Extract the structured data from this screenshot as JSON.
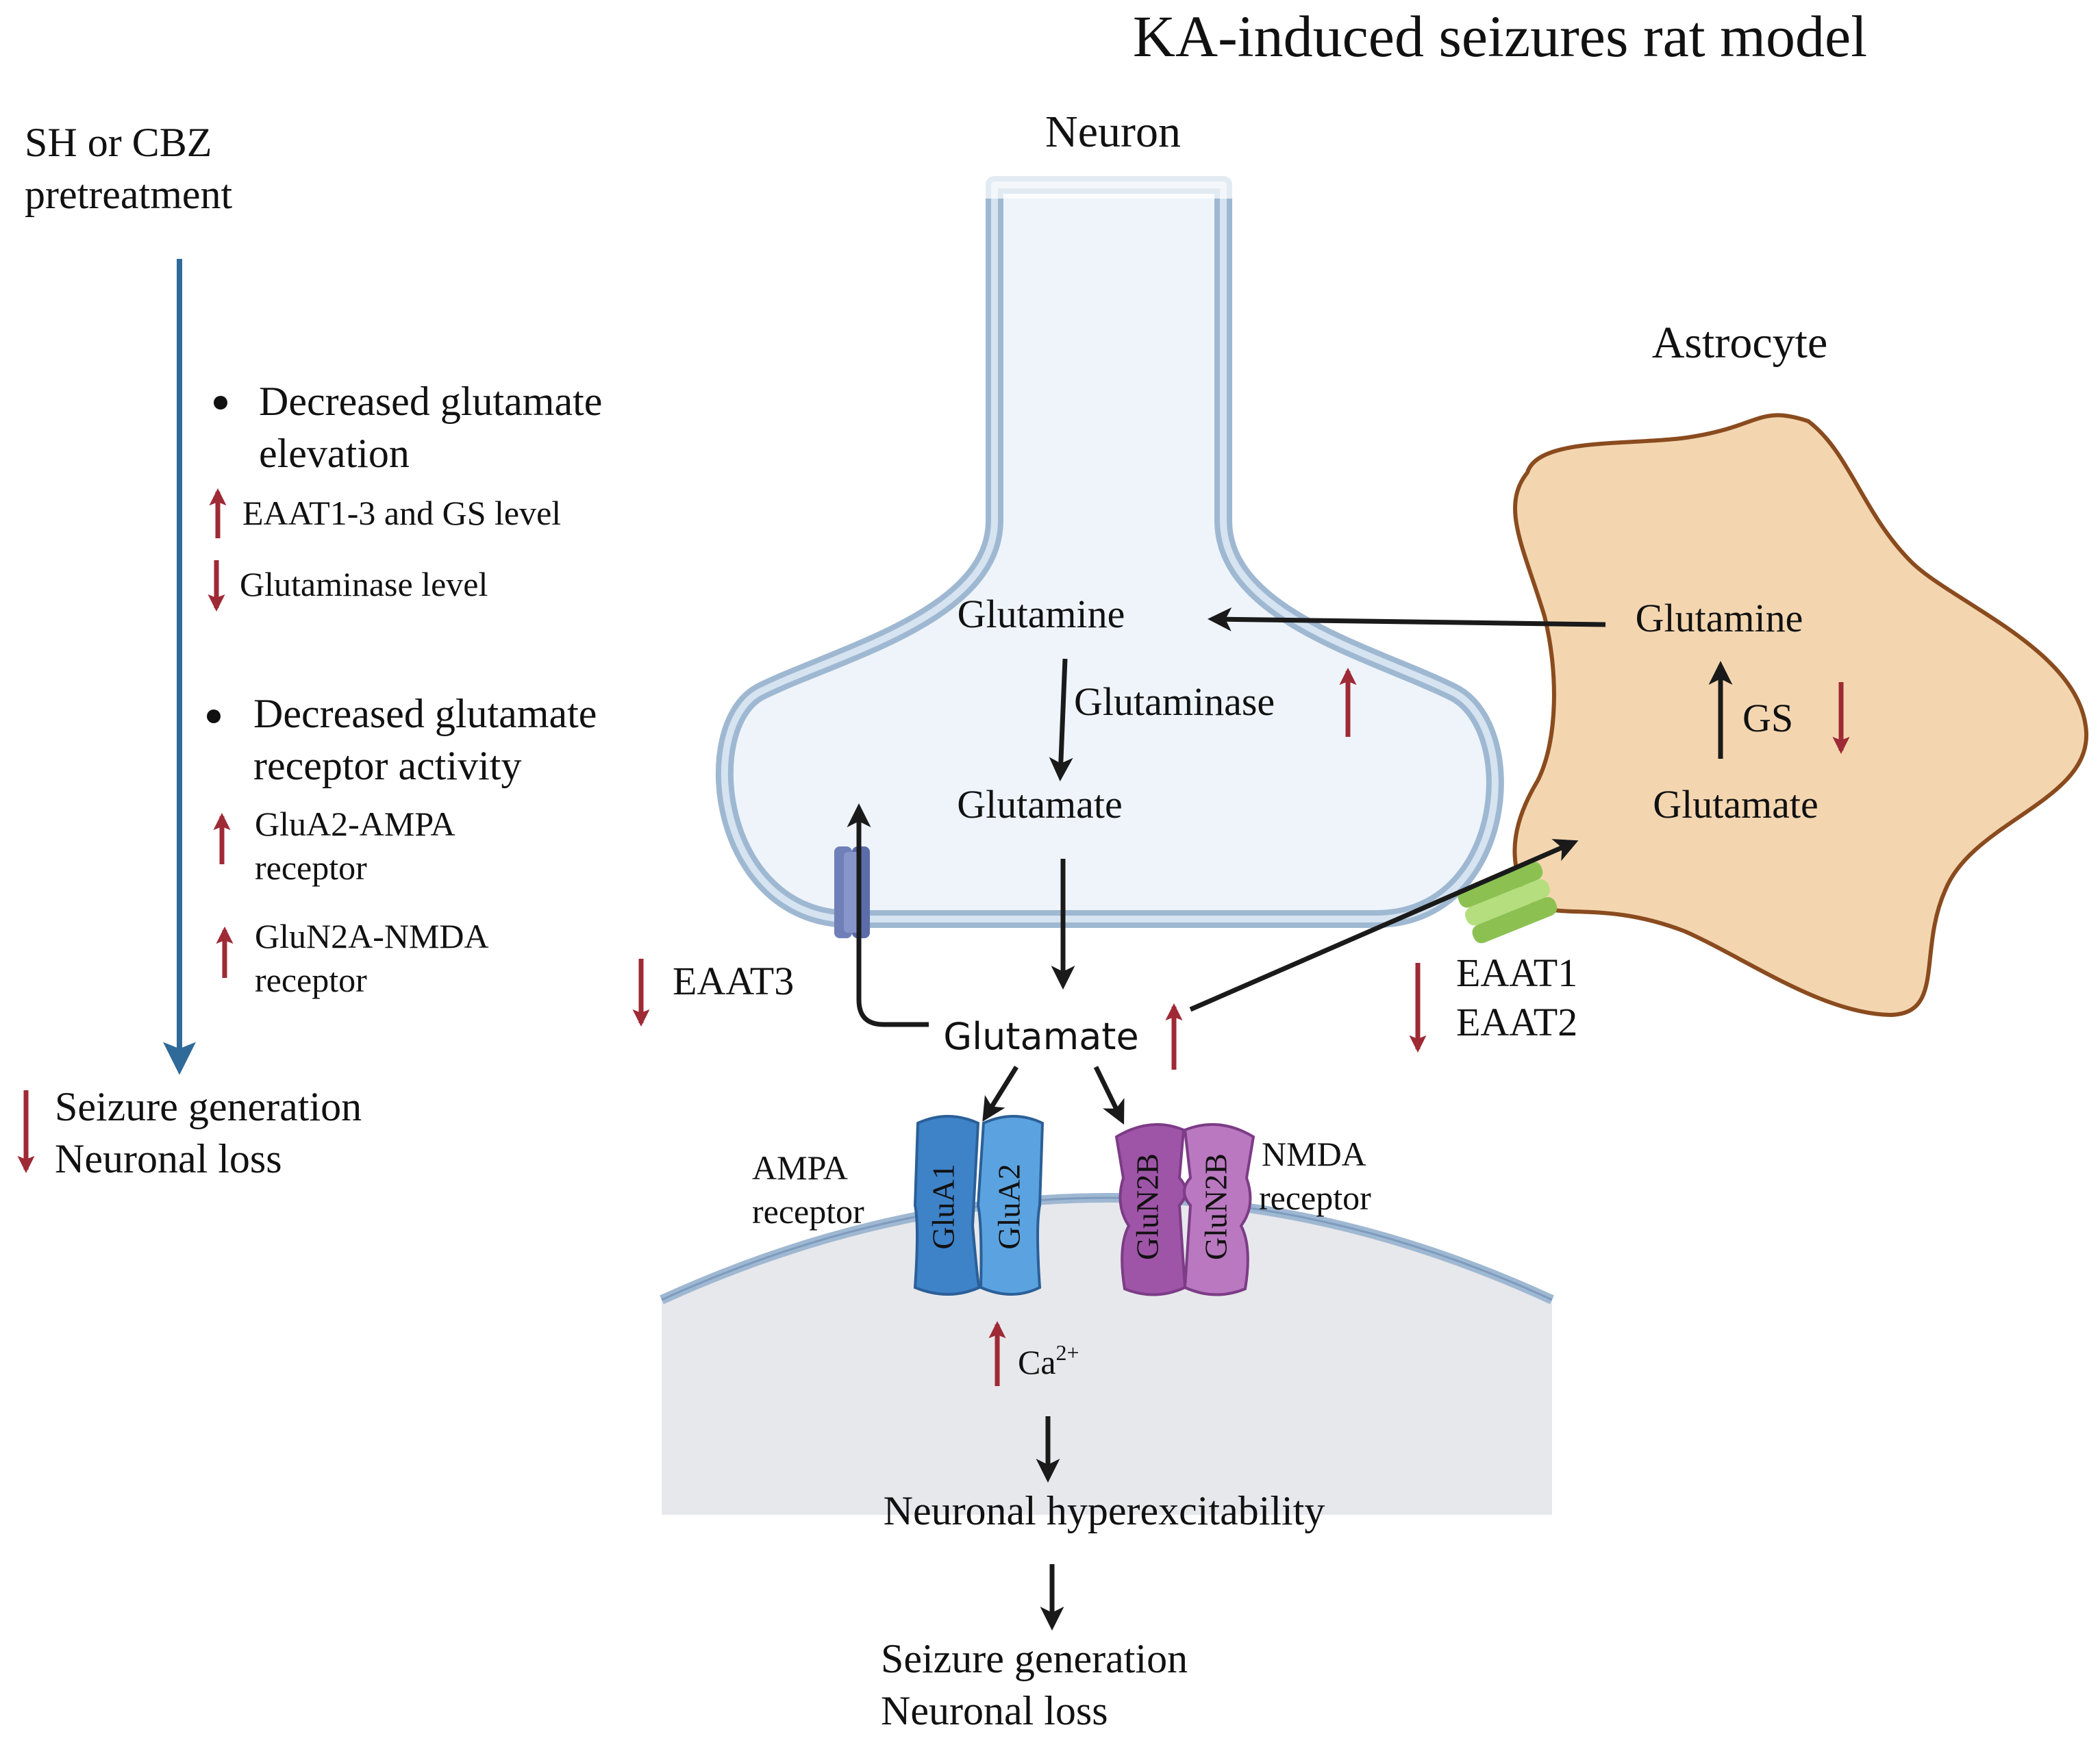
{
  "title": "KA-induced seizures rat model",
  "colors": {
    "accent_red": "#9E2A36",
    "blue_line": "#2F6A99",
    "neuron_fill": "#EEF4FA",
    "membrane_outer": "#9FB8D2",
    "astrocyte_fill": "#F3D6B0",
    "astrocyte_border": "#8A4B1E",
    "postsyn_fill": "#E7E8EC",
    "ampa_blue": "#3E82C8",
    "nmda_purple": "#9F55A7",
    "eaat3_blue": "#6F7FB8",
    "eaat12_green": "#A7D36C"
  },
  "left_panel": {
    "pretreatment_line1": "SH or CBZ",
    "pretreatment_line2": "pretreatment",
    "bullet1_line1": "Decreased glutamate",
    "bullet1_line2": "elevation",
    "eaat_gs_text": "EAAT1-3 and GS level",
    "glutaminase_text": "Glutaminase level",
    "bullet2_line1": "Decreased glutamate",
    "bullet2_line2": "receptor activity",
    "glua2_line1": "GluA2-AMPA",
    "glua2_line2": "receptor",
    "glun2a_line1": "GluN2A-NMDA",
    "glun2a_line2": "receptor",
    "outcome_line1": "Seizure generation",
    "outcome_line2": "Neuronal loss"
  },
  "neuron": {
    "label": "Neuron",
    "glutamine": "Glutamine",
    "glutaminase": "Glutaminase",
    "glutamate": "Glutamate"
  },
  "astrocyte": {
    "label": "Astrocyte",
    "glutamine": "Glutamine",
    "gs": "GS",
    "glutamate": "Glutamate"
  },
  "cleft": {
    "glutamate": "Glutamate",
    "eaat3": "EAAT3",
    "eaat1": "EAAT1",
    "eaat2": "EAAT2"
  },
  "receptors": {
    "ampa_line1": "AMPA",
    "ampa_line2": "receptor",
    "glua1": "GluA1",
    "glua2": "GluA2",
    "nmda_line1": "NMDA",
    "nmda_line2": "receptor",
    "glun2b_left": "GluN2B",
    "glun2b_right": "GluN2B"
  },
  "postsynaptic": {
    "calcium": "Ca",
    "calcium_charge": "2+",
    "hyperexcitability": "Neuronal hyperexcitability",
    "outcome_line1": "Seizure generation",
    "outcome_line2": "Neuronal loss"
  }
}
